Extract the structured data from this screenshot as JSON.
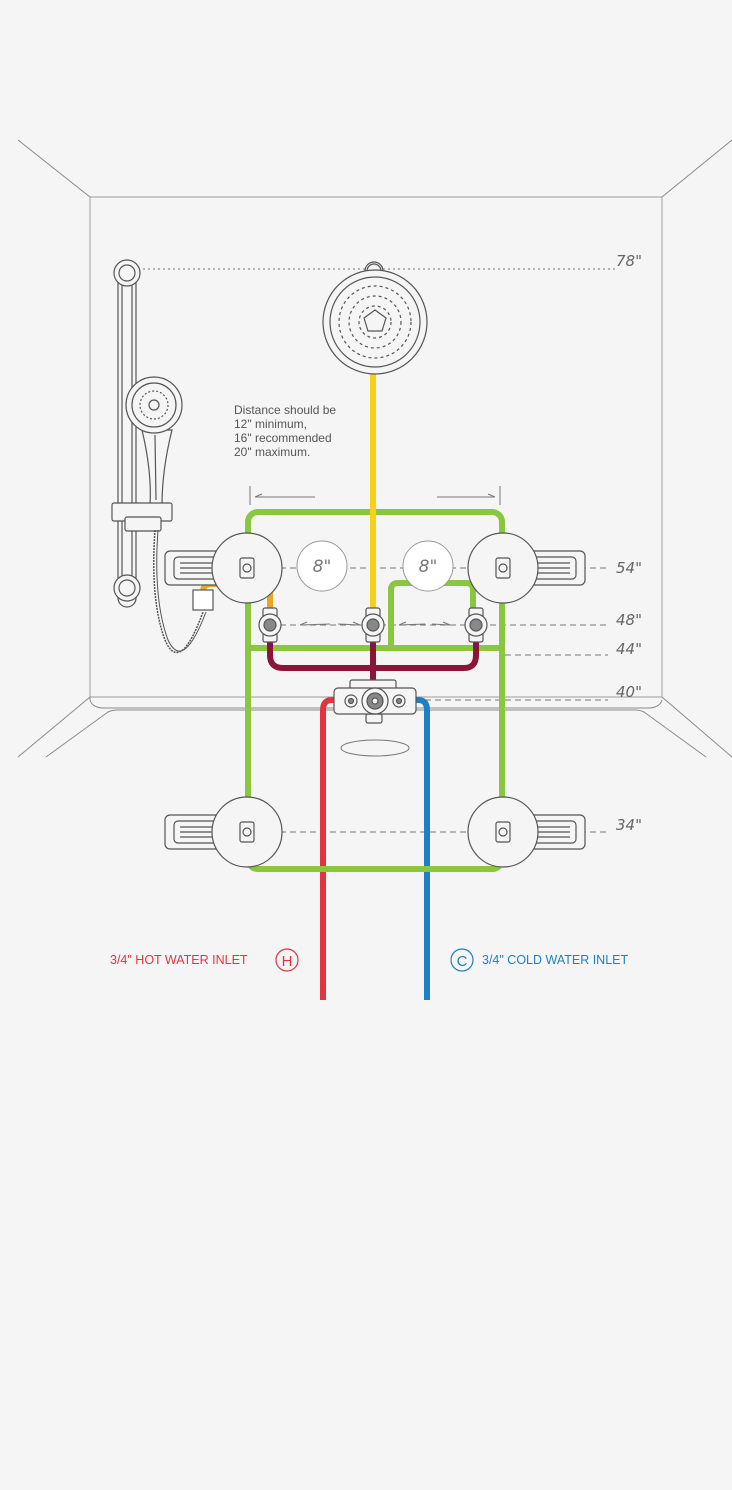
{
  "heights": {
    "h78": "78\"",
    "h54": "54\"",
    "h48": "48\"",
    "h44": "44\"",
    "h40": "40\"",
    "h34": "34\""
  },
  "spacing": {
    "left": "8\"",
    "right": "8\""
  },
  "note": {
    "line1": "Distance should be",
    "line2": "12\" minimum,",
    "line3": "16\" recommended",
    "line4": "20\" maximum."
  },
  "inlets": {
    "hot_label": "3/4\" HOT WATER INLET",
    "hot_symbol": "H",
    "cold_label": "3/4\" COLD WATER INLET",
    "cold_symbol": "C"
  },
  "colors": {
    "hot": "#e0353f",
    "cold": "#1f7fc4",
    "showerhead_feed": "#f7d117",
    "handshower_feed": "#e5a823",
    "body_spray_loop": "#8bc63f",
    "distribution": "#8a1538",
    "fixture_stroke": "#555555",
    "wall_line": "#777777"
  },
  "icons": {
    "showerhead": "rain-showerhead-icon",
    "handshower": "handshower-icon",
    "body_spray": "body-spray-icon",
    "valve": "volume-control-valve-icon",
    "mixing_valve": "thermostatic-mixing-valve-icon",
    "drain": "drain-icon",
    "wall_elbow": "wall-supply-elbow-icon"
  }
}
